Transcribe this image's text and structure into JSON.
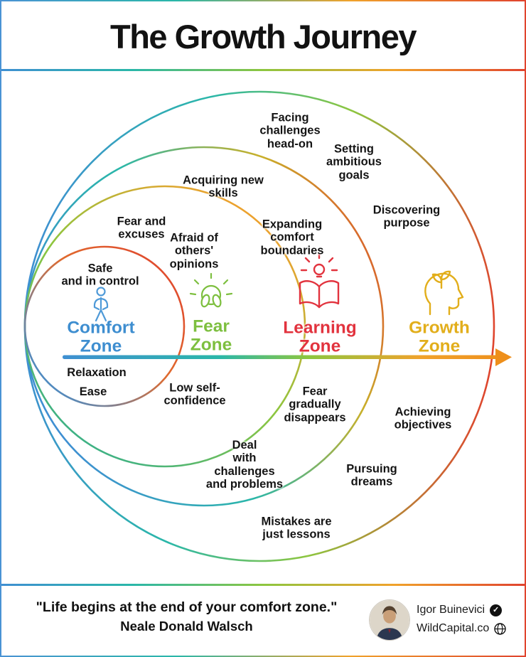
{
  "header": {
    "title": "The Growth Journey"
  },
  "zones": [
    {
      "id": "comfort",
      "label": "Comfort\nZone",
      "color": "#3e8ed0",
      "icon": "person-icon"
    },
    {
      "id": "fear",
      "label": "Fear\nZone",
      "color": "#7dbf3f",
      "icon": "fearful-face-icon"
    },
    {
      "id": "learning",
      "label": "Learning\nZone",
      "color": "#e2333e",
      "icon": "open-book-lightbulb-icon"
    },
    {
      "id": "growth",
      "label": "Growth\nZone",
      "color": "#e2ae1b",
      "icon": "head-with-plant-icon"
    }
  ],
  "annotations": [
    {
      "zone": "comfort",
      "text": "Safe\nand in control"
    },
    {
      "zone": "comfort",
      "text": "Relaxation"
    },
    {
      "zone": "comfort",
      "text": "Ease"
    },
    {
      "zone": "fear",
      "text": "Fear and\nexcuses"
    },
    {
      "zone": "fear",
      "text": "Afraid of\nothers'\nopinions"
    },
    {
      "zone": "fear",
      "text": "Low self-\nconfidence"
    },
    {
      "zone": "learning",
      "text": "Acquiring new\nskills"
    },
    {
      "zone": "learning",
      "text": "Expanding\ncomfort\nboundaries"
    },
    {
      "zone": "learning",
      "text": "Fear\ngradually\ndisappears"
    },
    {
      "zone": "learning",
      "text": "Deal\nwith\nchallenges\nand problems"
    },
    {
      "zone": "growth",
      "text": "Facing\nchallenges\nhead-on"
    },
    {
      "zone": "growth",
      "text": "Setting\nambitious\ngoals"
    },
    {
      "zone": "growth",
      "text": "Discovering\npurpose"
    },
    {
      "zone": "growth",
      "text": "Achieving\nobjectives"
    },
    {
      "zone": "growth",
      "text": "Pursuing\ndreams"
    },
    {
      "zone": "growth",
      "text": "Mistakes are\njust lessons"
    }
  ],
  "footer": {
    "quote": "\"Life begins at the end of your comfort zone.\"",
    "quote_author": "Neale Donald Walsch",
    "profile": {
      "name": "Igor Buinevici",
      "site": "WildCapital.co",
      "verified_icon": "verified-badge-icon",
      "site_icon": "globe-icon"
    }
  },
  "icons": {
    "verified_glyph": "✓"
  },
  "colors": {
    "gradient_stops": [
      "#3f8fd2",
      "#2ab7a9",
      "#8dc63f",
      "#f0a22b",
      "#e0442e"
    ],
    "arrow_end": "#ee8f1b"
  }
}
